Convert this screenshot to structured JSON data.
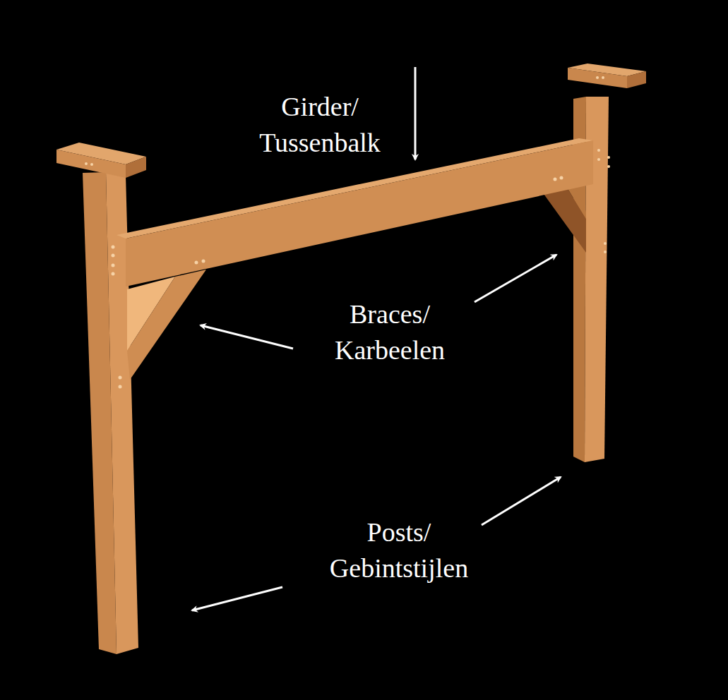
{
  "diagram": {
    "labels": [
      "Girder/ Tussenbalk",
      "Braces/ Karbeelen",
      "Posts/ Gebintstijlen"
    ]
  }
}
